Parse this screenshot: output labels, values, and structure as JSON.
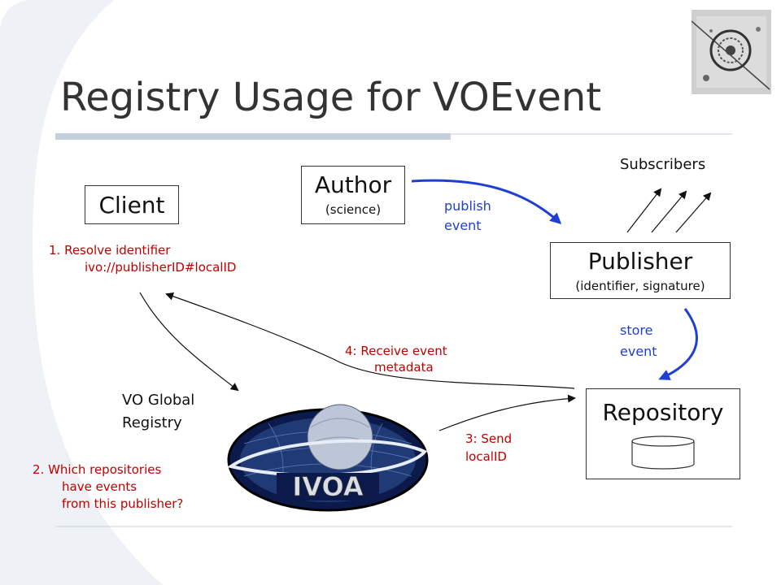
{
  "title": "Registry Usage for VOEvent",
  "nodes": {
    "client": "Client",
    "author": "Author",
    "author_sub": "(science)",
    "subscribers": "Subscribers",
    "publisher": "Publisher",
    "publisher_sub": "(identifier, signature)",
    "repository": "Repository",
    "registry_line1": "VO Global",
    "registry_line2": "Registry"
  },
  "labels": {
    "publish_line1": "publish",
    "publish_line2": "event",
    "store_line1": "store",
    "store_line2": "event",
    "step1_line1": "1.   Resolve identifier",
    "step1_line2": "ivo://publisherID#localID",
    "step2_line1": "2.  Which repositories",
    "step2_line2": "have events",
    "step2_line3": "from this publisher?",
    "step3_line1": "3: Send",
    "step3_line2": "localID",
    "step4_line1": "4: Receive event",
    "step4_line2": "metadata"
  },
  "logo": {
    "text": "IVOA"
  },
  "colors": {
    "accent_bar": "#c6cfdc",
    "red": "#c00000",
    "blue": "#1f3fd0",
    "slide_bg": "#eef1f5"
  }
}
